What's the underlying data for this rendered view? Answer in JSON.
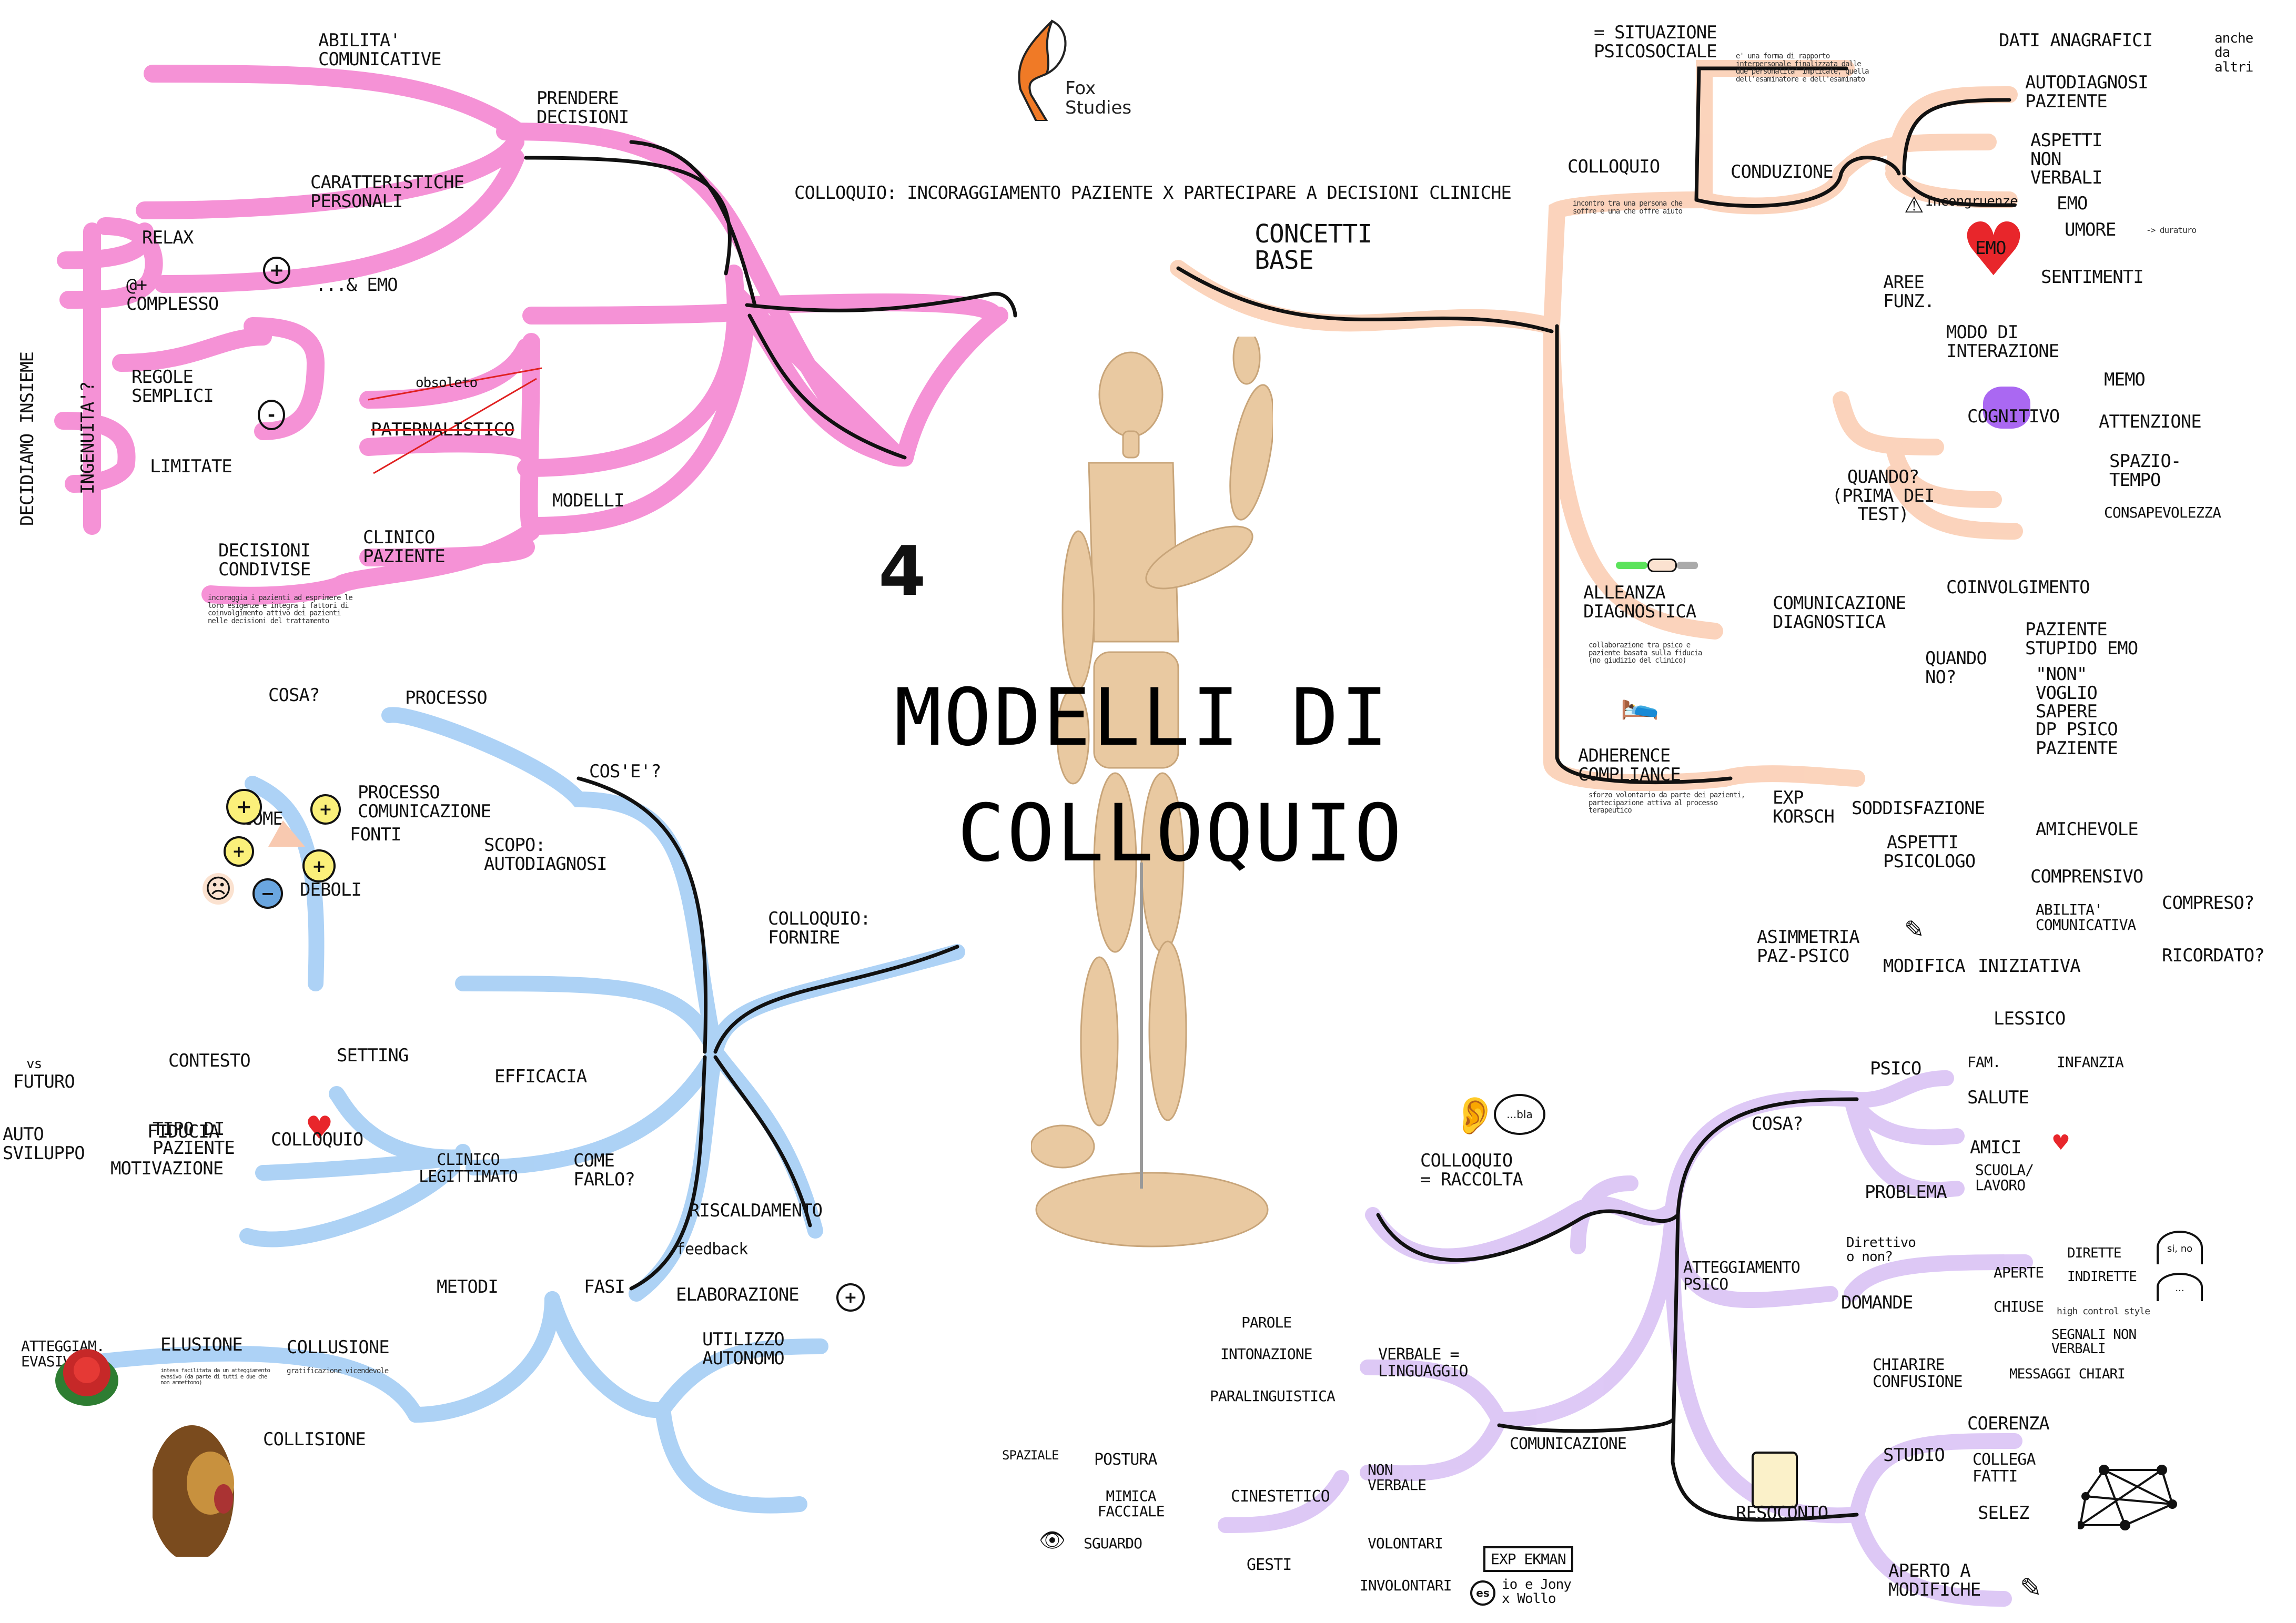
{
  "brand": {
    "line1": "Fox",
    "line2": "Studies"
  },
  "title": {
    "number": "4",
    "line1": "Modelli di",
    "line2": "Colloquio"
  },
  "colors": {
    "pink": "#f47fcf",
    "peach": "#fbcfb5",
    "blue": "#a9d0f5",
    "lilac": "#dcc6f5",
    "ink": "#111111",
    "heart": "#e8262b",
    "cognitivo": "#9b4df0"
  },
  "pink_branch": {
    "root": "Colloquio: incoraggiamento paziente x partecipare a decisioni cliniche",
    "prendere_decisioni": "Prendere decisioni",
    "abilita": "Abilita' comunicative",
    "caratteristiche": "Caratteristiche personali",
    "emo": "...& EMO",
    "plus": "+",
    "minus": "-",
    "relax": "Relax",
    "complesso": "@+ complesso",
    "regole": "Regole semplici",
    "limitate": "Limitate",
    "ingenuita": "Ingenuita'?",
    "decidiamo": "Decidiamo insieme",
    "modelli": "Modelli",
    "obsoleto": "obsoleto",
    "paternalistico": "Paternalistico",
    "clinico_paziente": "Clinico paziente",
    "decisioni_condivise": "Decisioni condivise",
    "note": "incoraggia i pazienti ad esprimere le loro esigenze e integra i fattori di coinvolgimento attivo dei pazienti nelle decisioni del trattamento"
  },
  "peach_branch": {
    "root": "Concetti base",
    "colloquio": "Colloquio",
    "colloquio_note": "incontro tra una persona che soffre e una che offre aiuto",
    "situazione": "= Situazione psicosociale",
    "situazione_note": "e' una forma di rapporto interpersonale finalizzata dalle due personalita' implicate, quella dell'esaminatore e dell'esaminato",
    "conduzione": "Conduzione",
    "dati": "Dati anagrafici",
    "autodiagnosi": "Autodiagnosi paziente",
    "aspetti_non_verbali": "Aspetti non verbali",
    "anche_da_altri": "anche da altri",
    "incongruenze": "Incongruenze",
    "aree_funz": "Aree funz.",
    "emo": "EMO",
    "emo_sub": "EMO",
    "umore": "Umore",
    "duraturo": "-> duraturo",
    "sentimenti": "Sentimenti",
    "modo": "Modo di interazione",
    "cognitivo": "Cognitivo",
    "memo": "Memo",
    "attenzione": "Attenzione",
    "spazio": "Spazio-tempo",
    "consapevolezza": "Consapevolezza",
    "quando": "Quando? (prima dei test)",
    "alleanza": "Alleanza diagnostica",
    "alleanza_note": "collaborazione tra psico e paziente basata sulla fiducia (no giudizio del clinico)",
    "comunicazione_diag": "Comunicazione diagnostica",
    "coinvolgimento": "Coinvolgimento",
    "quando_no": "Quando no?",
    "paziente_stupido": "Paziente stupido EMO",
    "non_voglio": "\"non\" voglio sapere",
    "dp_psico": "DP psico paziente",
    "adherence": "Adherence compliance",
    "adherence_note": "sforzo volontario da parte dei pazienti, partecipazione attiva al processo terapeutico",
    "exp_korsch": "Exp Korsch",
    "soddisfazione": "Soddisfazione",
    "aspetti_psicologo": "Aspetti psicologo",
    "amichevole": "Amichevole",
    "comprensivo": "Comprensivo",
    "abilita_com": "Abilita' comunicativa",
    "compreso": "Compreso?",
    "ricordato": "Ricordato?",
    "asimmetria": "Asimmetria paz-psico",
    "modifica": "Modifica",
    "iniziativa": "Iniziativa",
    "lessico": "Lessico"
  },
  "blue_branch": {
    "root": "Colloquio: fornire",
    "cose": "Cos'e'?",
    "cosa": "Cosa?",
    "processo": "Processo",
    "come": "Come",
    "processo_com": "Processo comunicazione",
    "scopo": "Scopo: autodiagnosi",
    "fonti": "Fonti",
    "deboli": "Deboli",
    "efficacia": "Efficacia",
    "setting": "Setting",
    "contesto": "Contesto",
    "tipo": "Tipo di paziente",
    "vs": "vs",
    "futuro": "Futuro",
    "auto": "Auto sviluppo",
    "colloquio": "Colloquio",
    "fiducia": "Fiducia",
    "motivazione": "Motivazione",
    "come_farlo": "Come farlo?",
    "clinico": "Clinico legittimato",
    "metodi": "Metodi",
    "fasi": "Fasi",
    "riscaldamento": "Riscaldamento",
    "feedback": "feedback",
    "elaborazione": "Elaborazione",
    "utilizzo": "Utilizzo autonomo",
    "collusione": "Collusione",
    "collusione_note": "gratificazione vicendevole",
    "elusione": "Elusione",
    "elusione_note": "intesa facilitata da un atteggiamento evasivo (da parte di tutti e due che non ammettono)",
    "atteggiamento": "Atteggiam. evasivo",
    "collisione": "Collisione"
  },
  "lilac_branch": {
    "root": "Colloquio = raccolta",
    "bla": "...bla",
    "cosa": "Cosa?",
    "psico": "Psico",
    "fam": "Fam.",
    "infanzia": "Infanzia",
    "salute": "Salute",
    "amici": "Amici",
    "scuola": "Scuola/ lavoro",
    "problema": "Problema",
    "atteggiamento": "Atteggiamento psico",
    "direttivo": "Direttivo o non?",
    "domande": "Domande",
    "aperte": "Aperte",
    "dirette": "Dirette",
    "indirette": "Indirette",
    "si_no": "si, no",
    "ellipsis": "...",
    "chiuse": "Chiuse",
    "high_control": "high control style",
    "segnali": "Segnali non verbali",
    "chiarire": "Chiarire confusione",
    "messaggi": "Messaggi chiari",
    "resoconto": "Resoconto",
    "studio": "Studio",
    "coerenza": "Coerenza",
    "collega": "Collega fatti",
    "selez": "Selez",
    "aperto": "Aperto a modifiche",
    "comunicazione": "Comunicazione",
    "verbale": "Verbale = linguaggio",
    "parole": "Parole",
    "intonazione": "Intonazione",
    "paralinguistica": "Paralinguistica",
    "non_verbale": "non verbale",
    "cinestetico": "Cinestetico",
    "postura": "Postura",
    "spaziale": "Spaziale",
    "mimica": "Mimica facciale",
    "sguardo": "Sguardo",
    "gesti": "Gesti",
    "volontari": "Volontari",
    "involontari": "Involontari",
    "exp_ekman": "Exp Ekman",
    "es": "es",
    "esempio": "io e Jony x Wollo"
  }
}
